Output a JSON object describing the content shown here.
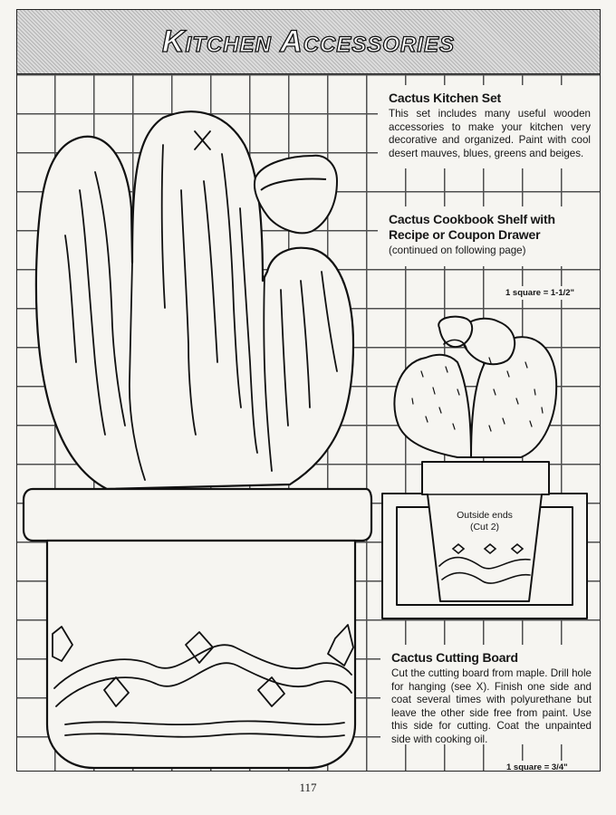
{
  "header": {
    "title": "Kitchen Accessories"
  },
  "sections": [
    {
      "heading": "Cactus Kitchen Set",
      "body": "This set includes many useful wooden accessories to make your kitchen very decorative and organized. Paint with cool desert mauves, blues, greens and beiges."
    },
    {
      "heading": "Cactus Cookbook Shelf with Recipe or Coupon Drawer",
      "body": "(continued on following page)",
      "scale": "1 square = 1-1/2\""
    },
    {
      "heading": "Cactus Cutting Board",
      "body": "Cut the cutting board from maple. Drill hole for hanging (see X). Finish one side and coat several times with polyurethane but leave the other side free from paint. Use this side for cutting. Coat the unpainted side with cooking oil.",
      "scale": "1 square = 3/4\""
    }
  ],
  "pattern_labels": {
    "outside_ends": "Outside ends",
    "cut_count": "(Cut 2)"
  },
  "page_number": "117"
}
